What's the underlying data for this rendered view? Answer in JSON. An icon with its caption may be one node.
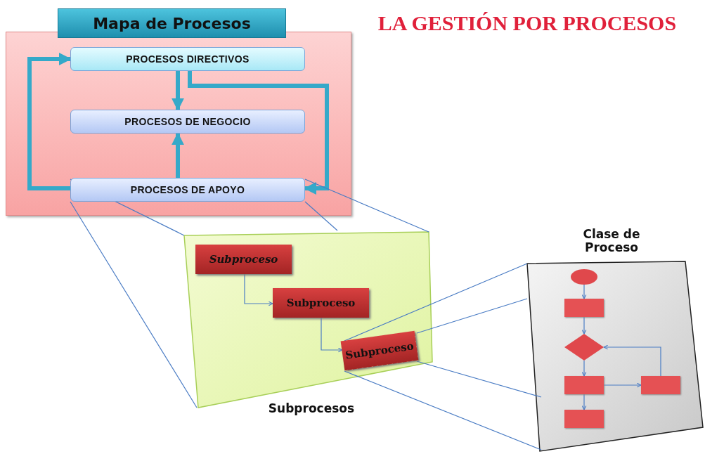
{
  "diagram": {
    "title": "LA GESTIÓN POR PROCESOS",
    "nodes": [
      {
        "text": [
          "Mapa de Procesos"
        ]
      },
      {
        "text": [
          "PROCESOS DIRECTIVOS"
        ],
        "in": 0
      },
      {
        "text": [
          "PROCESOS DE NEGOCIO"
        ],
        "in": 0
      },
      {
        "text": [
          "PROCESOS DE APOYO"
        ],
        "in": 0
      },
      {
        "text": [
          "Subprocesos"
        ]
      },
      {
        "text": [
          "Subproceso"
        ],
        "in": 4
      },
      {
        "text": [
          "Subproceso"
        ],
        "in": 4
      },
      {
        "text": [
          "Subproceso"
        ],
        "in": 4
      },
      {
        "text": [
          "Clase de Proceso"
        ]
      },
      {
        "text": [],
        "shape": "circle",
        "in": 8
      },
      {
        "text": [],
        "shape": "box",
        "in": 8
      },
      {
        "text": [],
        "shape": "diamond",
        "in": 8
      },
      {
        "text": [],
        "shape": "box",
        "in": 8
      },
      {
        "text": [],
        "shape": "box",
        "in": 8
      },
      {
        "text": [],
        "shape": "box",
        "in": 8
      }
    ],
    "edges": [
      {
        "from": 1,
        "to": 2,
        "arrow": "to",
        "style": "thick",
        "color": "#35a9c9"
      },
      {
        "from": 3,
        "to": 2,
        "arrow": "to",
        "style": "thick",
        "color": "#35a9c9"
      },
      {
        "from": 3,
        "to": 1,
        "arrow": "to",
        "style": "thick",
        "color": "#35a9c9"
      },
      {
        "from": 1,
        "to": 3,
        "arrow": "to",
        "style": "thick",
        "color": "#35a9c9"
      },
      {
        "from": 3,
        "to": 4,
        "arrow": "none"
      },
      {
        "from": 3,
        "to": 4,
        "arrow": "none"
      },
      {
        "from": 3,
        "to": 4,
        "arrow": "none"
      },
      {
        "from": 3,
        "to": 4,
        "arrow": "none"
      },
      {
        "from": 5,
        "to": 6,
        "arrow": "to"
      },
      {
        "from": 6,
        "to": 7,
        "arrow": "to"
      },
      {
        "from": 7,
        "to": 8,
        "arrow": "none"
      },
      {
        "from": 7,
        "to": 8,
        "arrow": "none"
      },
      {
        "from": 7,
        "to": 8,
        "arrow": "none"
      },
      {
        "from": 7,
        "to": 8,
        "arrow": "none"
      },
      {
        "from": 9,
        "to": 10,
        "arrow": "to"
      },
      {
        "from": 10,
        "to": 11,
        "arrow": "to"
      },
      {
        "from": 11,
        "to": 12,
        "arrow": "to"
      },
      {
        "from": 12,
        "to": 13,
        "arrow": "to"
      },
      {
        "from": 13,
        "to": 11,
        "arrow": "to"
      },
      {
        "from": 12,
        "to": 14,
        "arrow": "to"
      }
    ]
  }
}
